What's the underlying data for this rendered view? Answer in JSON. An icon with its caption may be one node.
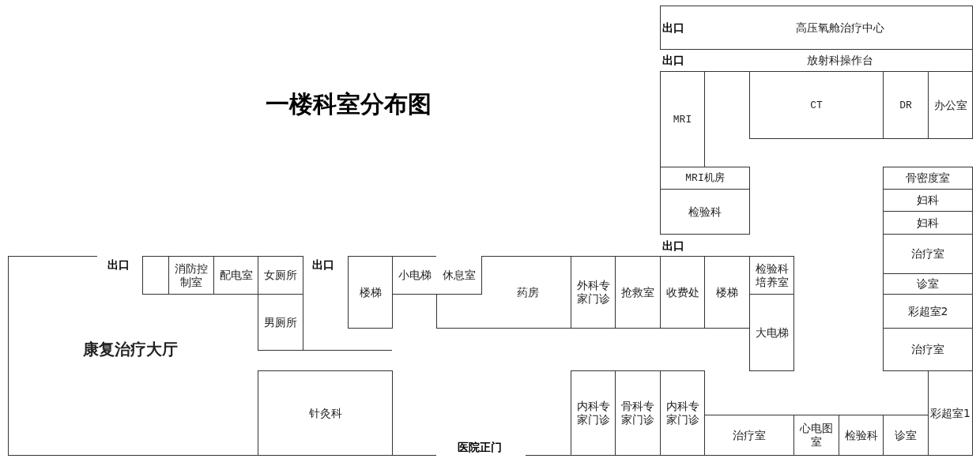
{
  "diagram": {
    "title": "一楼科室分布图",
    "nodes": [
      {
        "text": [
          "高压氧舱治疗中心"
        ]
      },
      {
        "text": [
          "放射科操作台"
        ]
      },
      {
        "text": [
          "MRI"
        ]
      },
      {
        "text": [
          "CT"
        ]
      },
      {
        "text": [
          "DR"
        ]
      },
      {
        "text": [
          "办公室"
        ]
      },
      {
        "text": [
          "MRI机房"
        ]
      },
      {
        "text": [
          "检验科"
        ]
      },
      {
        "text": [
          "骨密度室"
        ]
      },
      {
        "text": [
          "妇科"
        ]
      },
      {
        "text": [
          "妇科"
        ]
      },
      {
        "text": [
          "治疗室"
        ]
      },
      {
        "text": [
          "康复治疗大厅"
        ]
      },
      {
        "text": [],
        "shape": "box",
        "in": 12
      },
      {
        "text": [
          "消防控制室"
        ],
        "in": 12
      },
      {
        "text": [
          "配电室"
        ],
        "in": 12
      },
      {
        "text": [
          "女厕所"
        ]
      },
      {
        "text": [
          "楼梯"
        ]
      },
      {
        "text": [
          "小电梯"
        ]
      },
      {
        "text": [
          "药房"
        ]
      },
      {
        "text": [
          "休息室"
        ],
        "in": 19
      },
      {
        "text": [
          "外科专家门诊"
        ]
      },
      {
        "text": [
          "抢救室"
        ]
      },
      {
        "text": [
          "收费处"
        ]
      },
      {
        "text": [
          "楼梯"
        ]
      },
      {
        "text": [
          "检验科培养室"
        ]
      },
      {
        "text": [
          "诊室"
        ]
      },
      {
        "text": [
          "彩超室2"
        ]
      },
      {
        "text": [
          "男厕所"
        ]
      },
      {
        "text": [
          "大电梯"
        ]
      },
      {
        "text": [
          "治疗室"
        ]
      },
      {
        "text": [
          "针灸科"
        ]
      },
      {
        "text": [
          "内科专家门诊"
        ]
      },
      {
        "text": [
          "骨科专家门诊"
        ]
      },
      {
        "text": [
          "内科专家门诊"
        ]
      },
      {
        "text": [
          "彩超室1"
        ]
      },
      {
        "text": [
          "治疗室"
        ]
      },
      {
        "text": [
          "心电图室"
        ]
      },
      {
        "text": [
          "检验科"
        ]
      },
      {
        "text": [
          "诊室"
        ]
      }
    ],
    "labels": [
      "出口",
      "出口",
      "出口",
      "出口",
      "出口",
      "医院正门"
    ]
  }
}
